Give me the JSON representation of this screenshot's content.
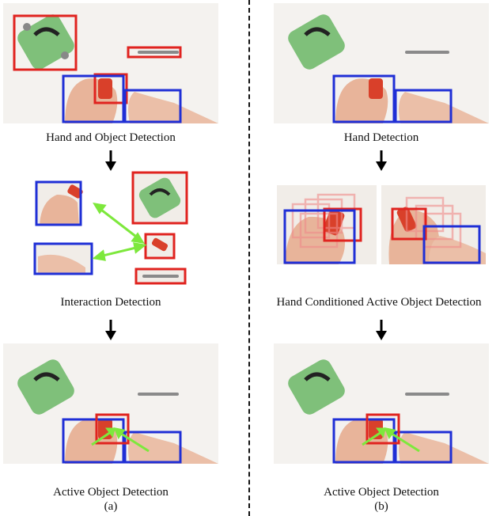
{
  "left_column": {
    "step1_caption": "Hand and Object Detection",
    "step2_caption": "Interaction Detection",
    "step3_caption": "Active Object Detection",
    "sublabel": "(a)"
  },
  "right_column": {
    "step1_caption": "Hand Detection",
    "step2_caption": "Hand Conditioned Active Object Detection",
    "step3_caption": "Active Object Detection",
    "sublabel": "(b)"
  },
  "colors": {
    "hand_box": "#1f2fd6",
    "object_box": "#e0231f",
    "interaction_arrow": "#7de83c",
    "flow_arrow": "#000000"
  }
}
